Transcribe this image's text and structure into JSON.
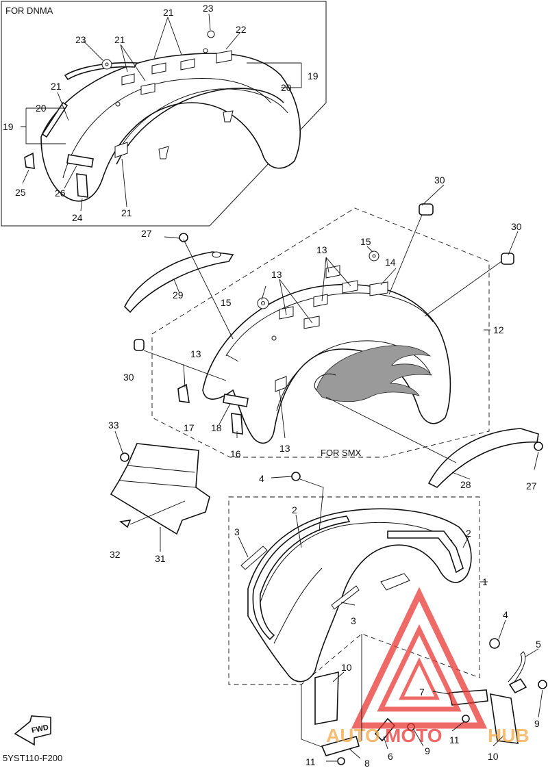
{
  "inset": {
    "title": "FOR DNMA"
  },
  "smx_label": "FOR SMX",
  "catalog_code": "5YST110-F200",
  "fwd_label": "FWD",
  "watermark": {
    "text_a": "AUTO",
    "text_b": "MOTO",
    "text_c": "HUB",
    "color": "#e8322e",
    "accent": "#f2a640"
  },
  "callouts": {
    "c1": "1",
    "c2a": "2",
    "c2b": "2",
    "c3a": "3",
    "c3b": "3",
    "c4a": "4",
    "c4b": "4",
    "c5": "5",
    "c6": "6",
    "c7": "7",
    "c8": "8",
    "c9a": "9",
    "c9b": "9",
    "c10a": "10",
    "c10b": "10",
    "c11a": "11",
    "c11b": "11",
    "c12": "12",
    "c13a": "13",
    "c13b": "13",
    "c13c": "13",
    "c13d": "13",
    "c14": "14",
    "c15a": "15",
    "c15b": "15",
    "c16": "16",
    "c17": "17",
    "c18": "18",
    "c19a": "19",
    "c19b": "19",
    "c20a": "20",
    "c20b": "20",
    "c21a": "21",
    "c21b": "21",
    "c21c": "21",
    "c21d": "21",
    "c22": "22",
    "c23a": "23",
    "c23b": "23",
    "c24": "24",
    "c25": "25",
    "c26": "26",
    "c27a": "27",
    "c27b": "27",
    "c28": "28",
    "c29": "29",
    "c30a": "30",
    "c30b": "30",
    "c30c": "30",
    "c31": "31",
    "c32": "32",
    "c33": "33"
  }
}
